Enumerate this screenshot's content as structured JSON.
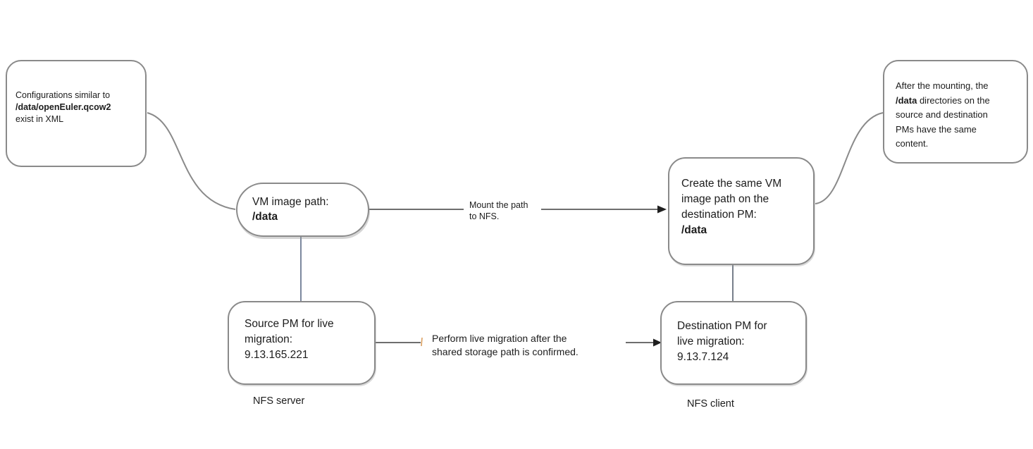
{
  "colors": {
    "background": "#ffffff",
    "box_border": "#8a8a8a",
    "connector_curve": "#8a8a8a",
    "vertical_connector": "#5b6b85",
    "arrow": "#3f3f3f",
    "arrowhead": "#1f1f1f",
    "text": "#1c1c1c"
  },
  "callout_left": {
    "line1": "Configurations similar to",
    "path": "/data/openEuler.qcow2",
    "line2": "exist in XML"
  },
  "vm_image_node": {
    "label": "VM image path:",
    "path": "/data"
  },
  "mount_label": {
    "line1": "Mount the path",
    "line2": "to NFS."
  },
  "create_node": {
    "label": "Create the same VM image path on the destination PM:",
    "path": "/data"
  },
  "callout_right": {
    "prefix": "After the mounting, the",
    "path": "/data",
    "suffix": " directories on the source and destination PMs have the same content."
  },
  "source_node": {
    "label": "Source PM for live migration:",
    "ip": "9.13.165.221",
    "caption": "NFS server"
  },
  "destination_node": {
    "label": "Destination PM for live migration:",
    "ip": "9.13.7.124",
    "caption": "NFS client"
  },
  "migration_label": {
    "line1": "Perform live migration after the",
    "line2": "shared storage path is confirmed."
  }
}
